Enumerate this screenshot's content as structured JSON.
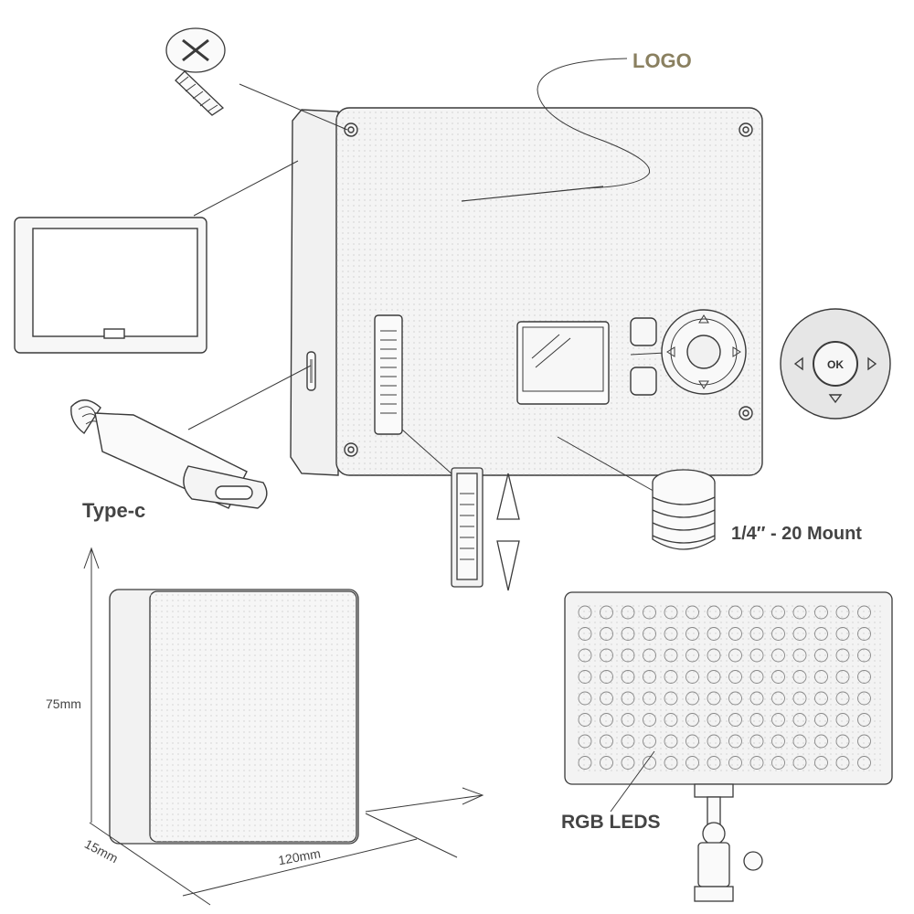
{
  "labels": {
    "logo": "LOGO",
    "type_c": "Type-c",
    "mount": "1/4′′ - 20 Mount",
    "rgb_leds": "RGB LEDS",
    "ok_button": "OK"
  },
  "dimensions": {
    "height": "75mm",
    "width": "120mm",
    "depth": "15mm"
  },
  "colors": {
    "ink": "#3a3a3a",
    "label_gold": "#8a8060",
    "label_dark": "#444444",
    "panel_fill": "#f3f3f3"
  }
}
